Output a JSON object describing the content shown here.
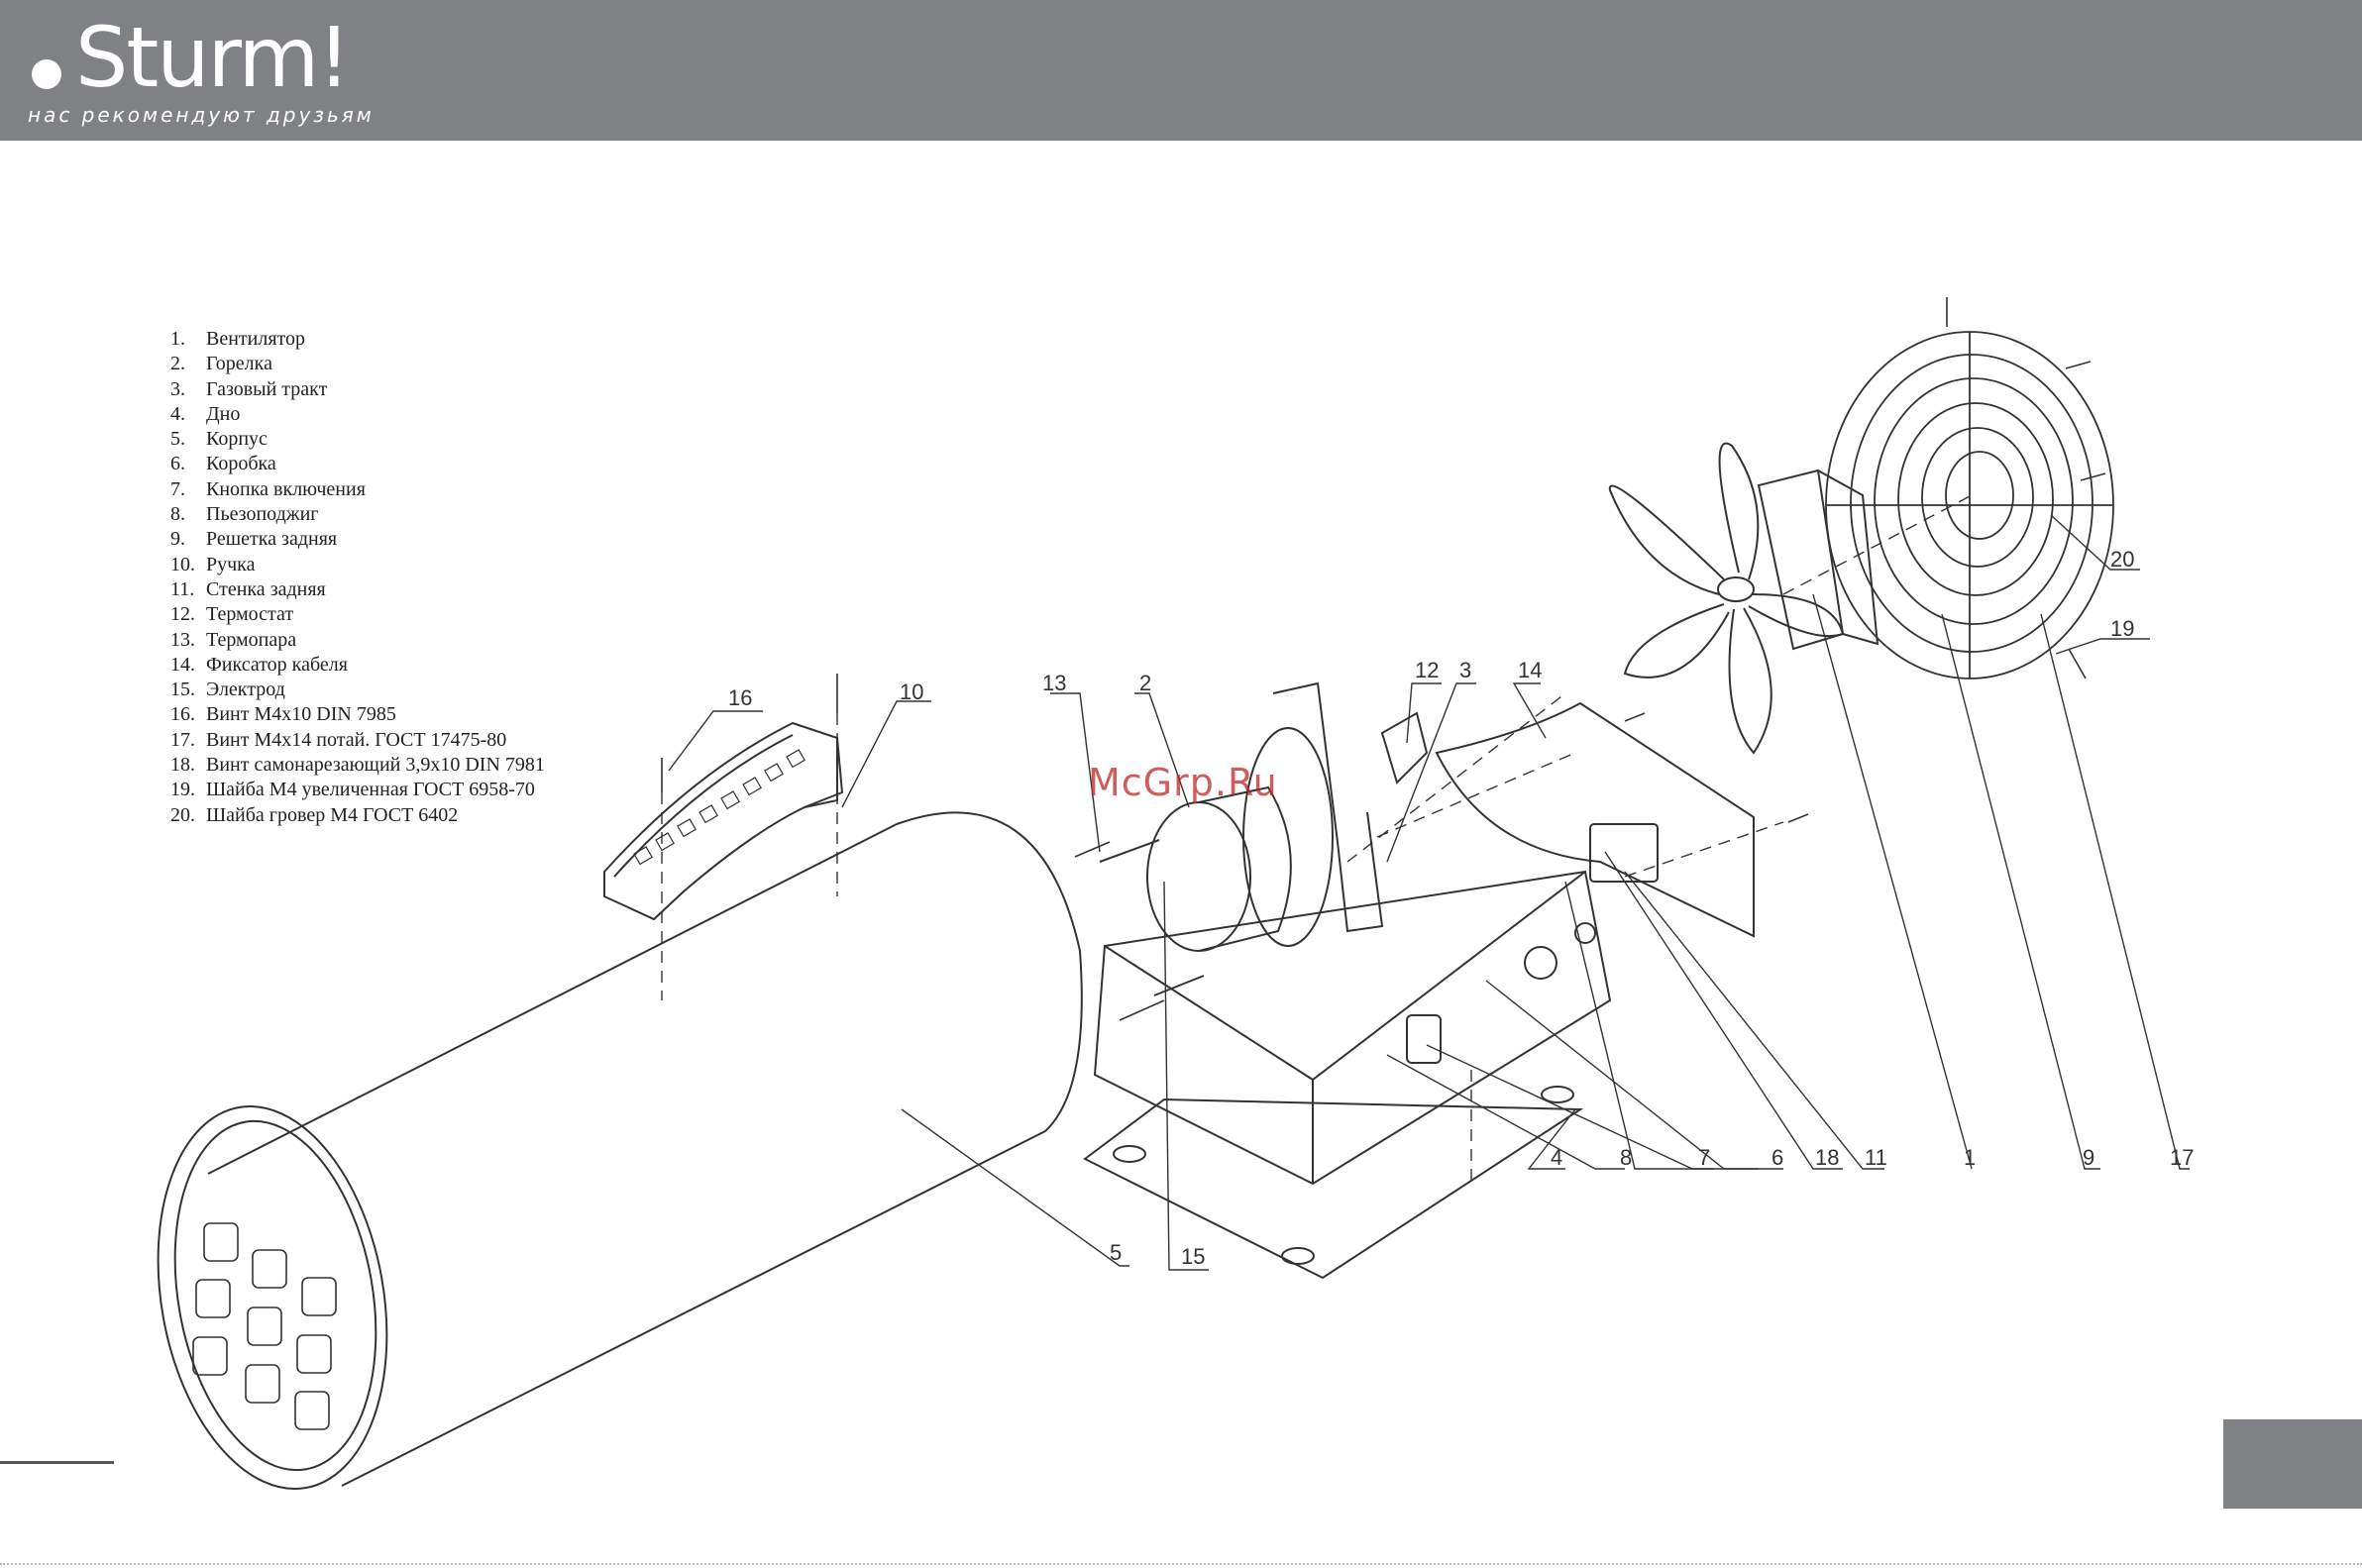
{
  "header": {
    "logo_text": "Sturm!",
    "slogan": "нас рекомендуют друзьям",
    "background_color": "#808184"
  },
  "legend": [
    {
      "num": "1.",
      "label": "Вентилятор"
    },
    {
      "num": "2.",
      "label": "Горелка"
    },
    {
      "num": "3.",
      "label": "Газовый тракт"
    },
    {
      "num": "4.",
      "label": "Дно"
    },
    {
      "num": "5.",
      "label": "Корпус"
    },
    {
      "num": "6.",
      "label": "Коробка"
    },
    {
      "num": "7.",
      "label": "Кнопка включения"
    },
    {
      "num": "8.",
      "label": "Пьезоподжиг"
    },
    {
      "num": "9.",
      "label": "Решетка задняя"
    },
    {
      "num": "10.",
      "label": "Ручка"
    },
    {
      "num": "11.",
      "label": "Стенка задняя"
    },
    {
      "num": "12.",
      "label": "Термостат"
    },
    {
      "num": "13.",
      "label": "Термопара"
    },
    {
      "num": "14.",
      "label": "Фиксатор кабеля"
    },
    {
      "num": "15.",
      "label": "Электрод"
    },
    {
      "num": "16.",
      "label": "Винт М4х10 DIN 7985"
    },
    {
      "num": "17.",
      "label": "Винт М4х14 потай. ГОСТ 17475-80"
    },
    {
      "num": "18.",
      "label": "Винт самонарезающий 3,9х10 DIN 7981"
    },
    {
      "num": "19.",
      "label": "Шайба М4 увеличенная ГОСТ 6958-70"
    },
    {
      "num": "20.",
      "label": "Шайба гровер М4 ГОСТ 6402"
    }
  ],
  "callouts": {
    "c1": "1",
    "c2": "2",
    "c3": "3",
    "c4": "4",
    "c5": "5",
    "c6": "6",
    "c7": "7",
    "c8": "8",
    "c9": "9",
    "c10": "10",
    "c11": "11",
    "c12": "12",
    "c13": "13",
    "c14": "14",
    "c15": "15",
    "c16": "16",
    "c17": "17",
    "c18": "18",
    "c19": "19",
    "c20": "20"
  },
  "watermark": "McGrp.Ru",
  "page_box_color": "#808184"
}
